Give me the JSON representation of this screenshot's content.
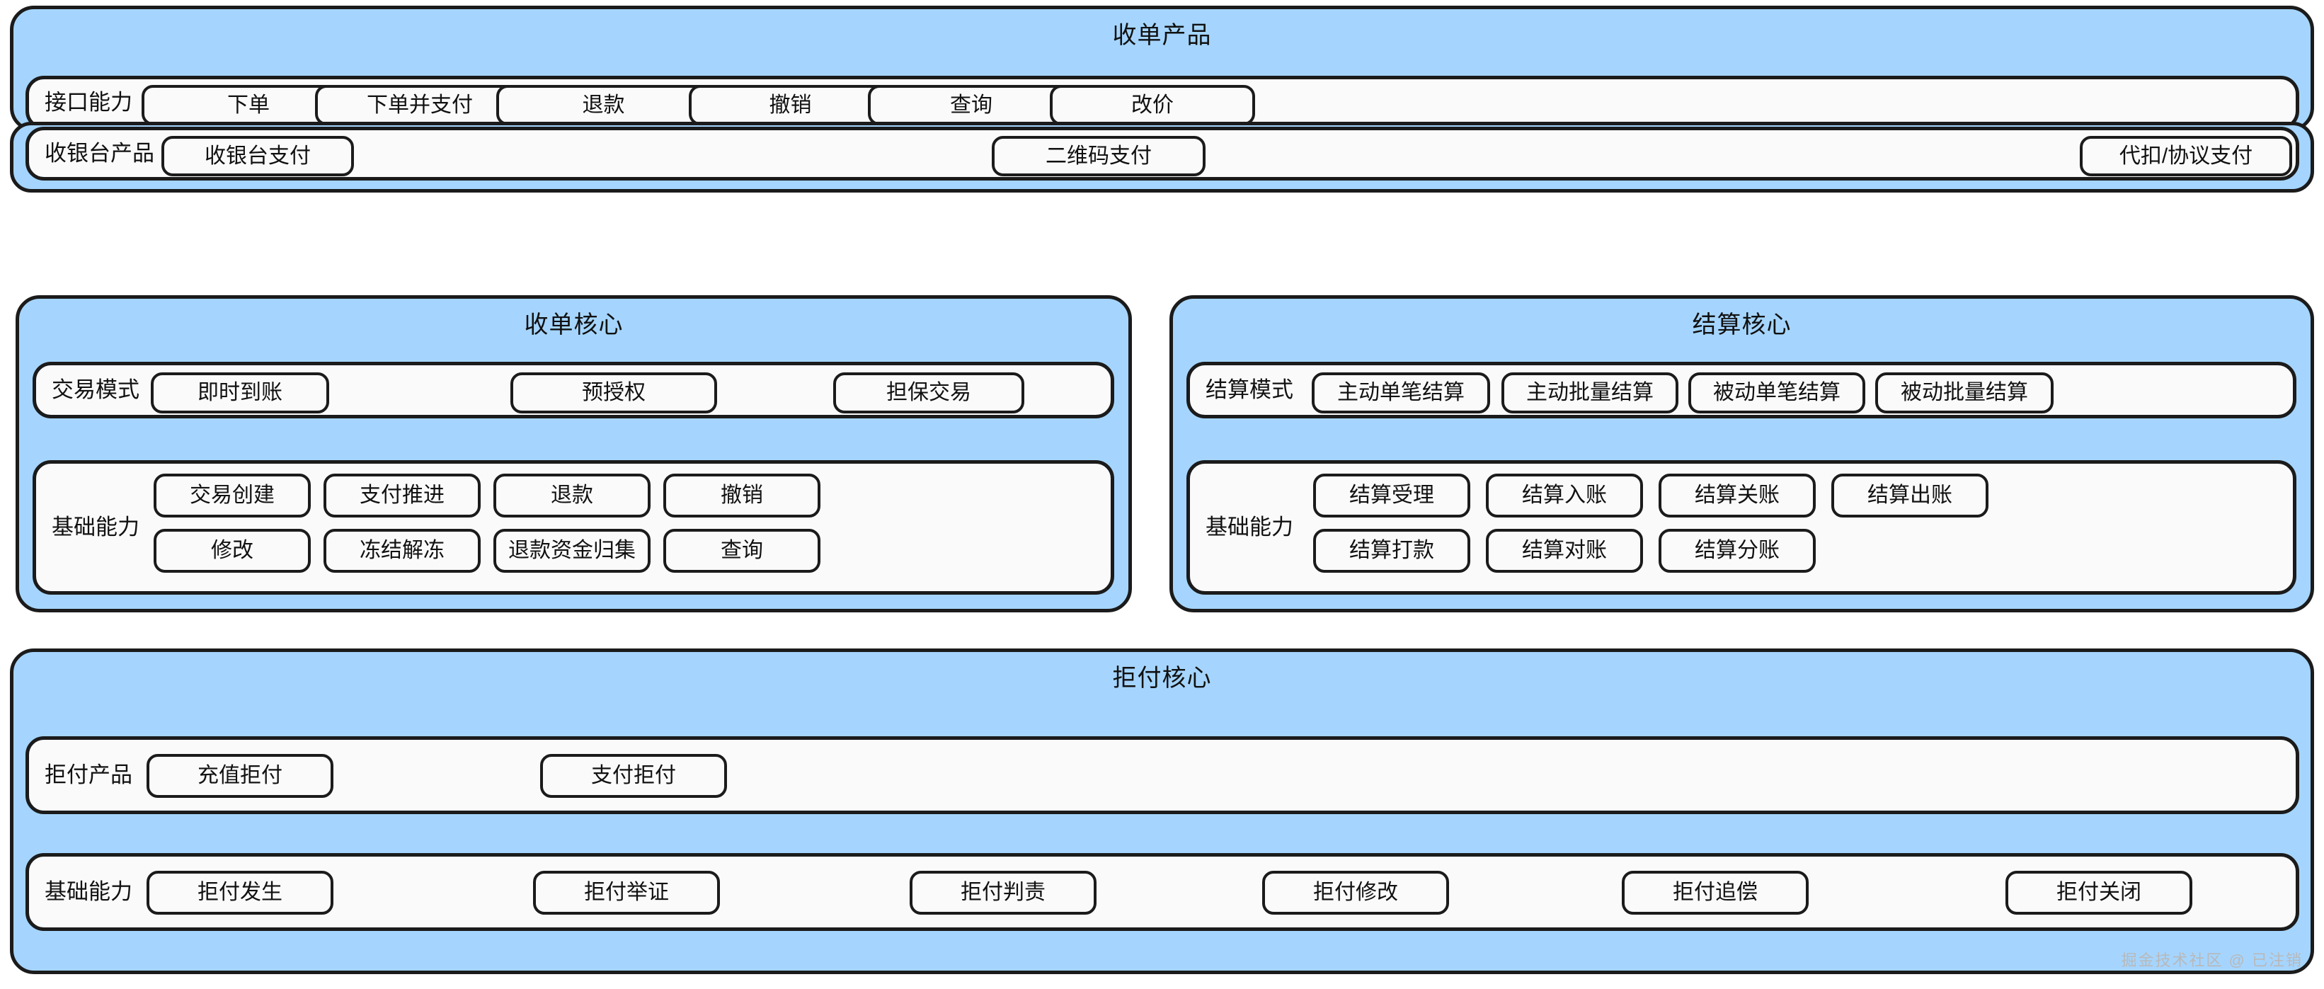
{
  "diagram": {
    "watermark": "掘金技术社区 @ 已注销",
    "accent_blue": "#A5D5FF",
    "stroke_color": "#1b1b1b",
    "chip_fill": "#FAFAFA"
  },
  "groups": {
    "acquiring_product": {
      "title": "收单产品",
      "rows": [
        {
          "label": "接口能力",
          "chips": [
            "下单",
            "下单并支付",
            "退款",
            "撤销",
            "查询",
            "改价"
          ]
        },
        {
          "label": "收银台产品",
          "chips": [
            "收银台支付",
            "二维码支付",
            "代扣/协议支付"
          ]
        }
      ]
    },
    "acquiring_core": {
      "title": "收单核心",
      "rows": [
        {
          "label": "交易模式",
          "chips": [
            "即时到账",
            "预授权",
            "担保交易"
          ]
        },
        {
          "label": "基础能力",
          "chips_line1": [
            "交易创建",
            "支付推进",
            "退款",
            "撤销"
          ],
          "chips_line2": [
            "修改",
            "冻结解冻",
            "退款资金归集",
            "查询"
          ]
        }
      ]
    },
    "settlement_core": {
      "title": "结算核心",
      "rows": [
        {
          "label": "结算模式",
          "chips": [
            "主动单笔结算",
            "主动批量结算",
            "被动单笔结算",
            "被动批量结算"
          ]
        },
        {
          "label": "基础能力",
          "chips_line1": [
            "结算受理",
            "结算入账",
            "结算关账",
            "结算出账"
          ],
          "chips_line2": [
            "结算打款",
            "结算对账",
            "结算分账"
          ]
        }
      ]
    },
    "chargeback_core": {
      "title": "拒付核心",
      "rows": [
        {
          "label": "拒付产品",
          "chips": [
            "充值拒付",
            "支付拒付"
          ]
        },
        {
          "label": "基础能力",
          "chips": [
            "拒付发生",
            "拒付举证",
            "拒付判责",
            "拒付修改",
            "拒付追偿",
            "拒付关闭"
          ]
        }
      ]
    }
  }
}
